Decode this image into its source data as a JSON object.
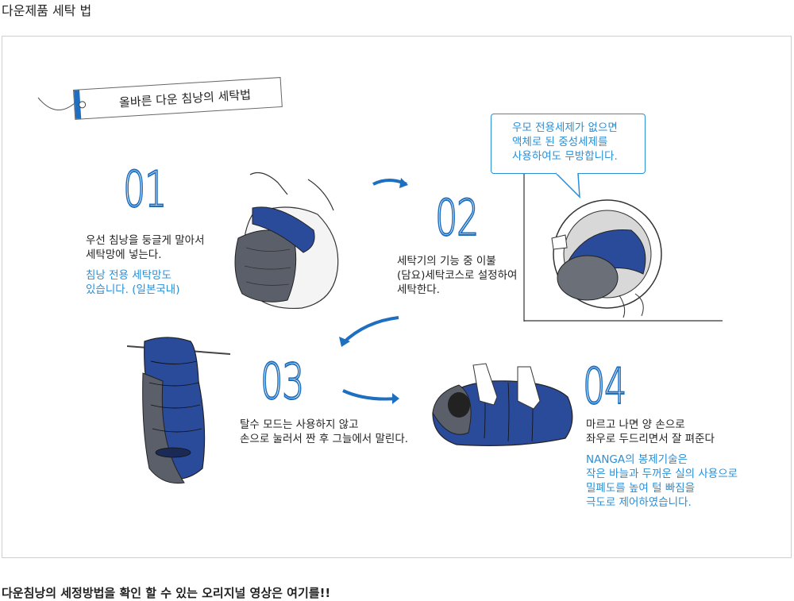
{
  "page_title": "다운제품 세탁 법",
  "tag_label": "올바른 다운 침낭의 세탁법",
  "steps": [
    {
      "number": "01",
      "text": "우선 침낭을 둥글게 말아서\n세탁망에 넣는다.",
      "note": "침낭 전용 세탁망도\n있습니다. (일본국내)"
    },
    {
      "number": "02",
      "text": "세탁기의 기능 중 이불\n(담요)세탁코스로 설정하여\n세탁한다.",
      "note": ""
    },
    {
      "number": "03",
      "text": "탈수 모드는 사용하지 않고\n손으로 눌러서 짠 후 그늘에서 말린다.",
      "note": ""
    },
    {
      "number": "04",
      "text": "마르고 나면 양 손으로\n좌우로 두드리면서 잘 펴준다",
      "note": "NANGA의 봉제기술은\n작은 바늘과 두꺼운 실의 사용으로\n밀폐도를 높여 털 빠짐을\n극도로 제어하였습니다."
    }
  ],
  "bubble_text": "우모 전용세제가 없으면\n액체로 된 중성세제를\n사용하여도 무방합니다.",
  "footer_text": "다운침낭의 세정방법을 확인 할 수 있는 오리지널 영상은 여기를!!",
  "colors": {
    "accent": "#1f6fc1",
    "note": "#2a8fd6",
    "bag_blue": "#2a4a9a",
    "bag_gray": "#5a5f6a"
  }
}
